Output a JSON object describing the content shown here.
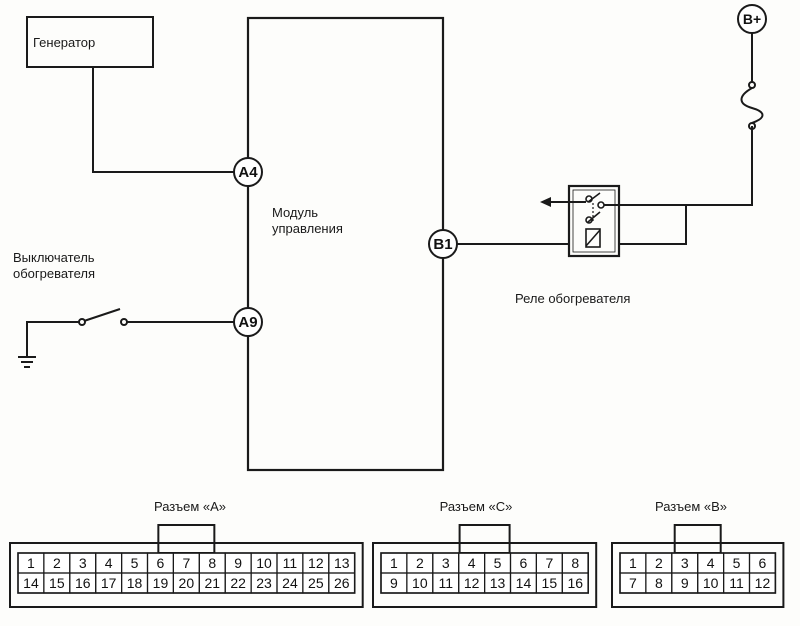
{
  "diagram": {
    "generator_label": "Генератор",
    "module_label": [
      "Модуль",
      "управления"
    ],
    "switch_label": [
      "Выключатель",
      "обогревателя"
    ],
    "relay_label": "Реле обогревателя",
    "battery_label": "B+",
    "pins": {
      "a4": "A4",
      "a9": "A9",
      "b1": "B1"
    }
  },
  "connectors": [
    {
      "title": "Разъем «A»",
      "rows": [
        [
          "1",
          "2",
          "3",
          "4",
          "5",
          "6",
          "7",
          "8",
          "9",
          "10",
          "11",
          "12",
          "13"
        ],
        [
          "14",
          "15",
          "16",
          "17",
          "18",
          "19",
          "20",
          "21",
          "22",
          "23",
          "24",
          "25",
          "26"
        ]
      ]
    },
    {
      "title": "Разъем «C»",
      "rows": [
        [
          "1",
          "2",
          "3",
          "4",
          "5",
          "6",
          "7",
          "8"
        ],
        [
          "9",
          "10",
          "11",
          "12",
          "13",
          "14",
          "15",
          "16"
        ]
      ]
    },
    {
      "title": "Разъем «B»",
      "rows": [
        [
          "1",
          "2",
          "3",
          "4",
          "5",
          "6"
        ],
        [
          "7",
          "8",
          "9",
          "10",
          "11",
          "12"
        ]
      ]
    }
  ]
}
